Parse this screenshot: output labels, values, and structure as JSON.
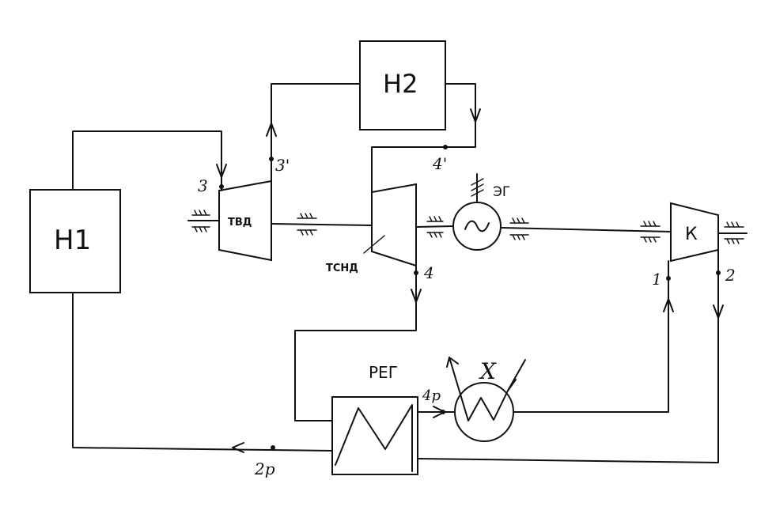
{
  "blocks": {
    "h1": "Н1",
    "h2": "Н2",
    "k": "К",
    "tvd": "ТВД",
    "tsnd": "ТСНД",
    "reg": "РЕГ",
    "eg": "ЭГ",
    "x": "Х"
  },
  "points": {
    "p3": "3",
    "p3prime": "3'",
    "p4prime": "4'",
    "p4": "4",
    "p4r": "4р",
    "p1": "1",
    "p2": "2",
    "p2r": "2р"
  }
}
